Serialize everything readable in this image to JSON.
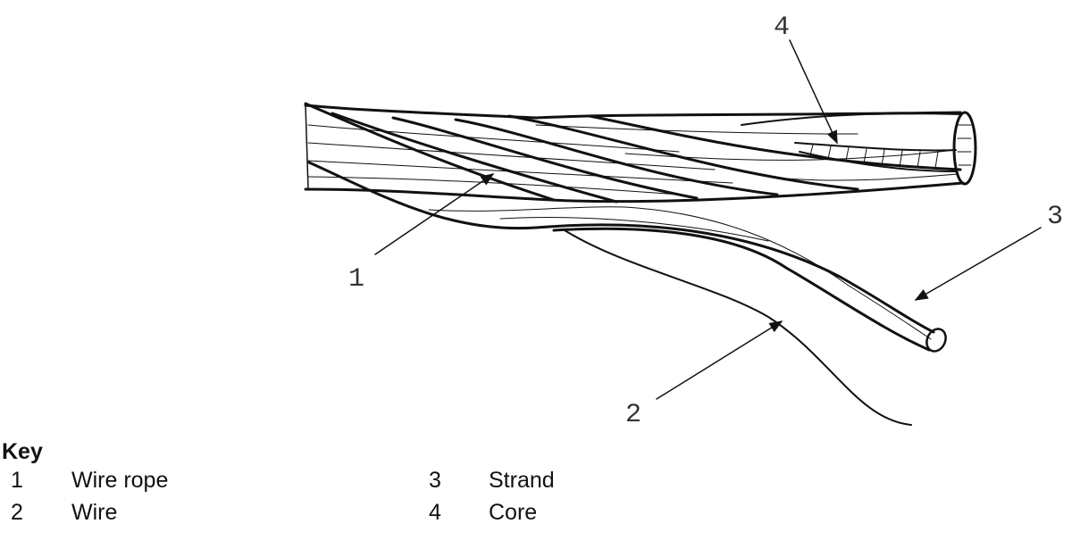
{
  "figure": {
    "callouts": [
      {
        "number": "1",
        "target": "Wire rope"
      },
      {
        "number": "2",
        "target": "Wire"
      },
      {
        "number": "3",
        "target": "Strand"
      },
      {
        "number": "4",
        "target": "Core"
      }
    ]
  },
  "key": {
    "title": "Key",
    "items": [
      {
        "number": "1",
        "label": "Wire rope"
      },
      {
        "number": "2",
        "label": "Wire"
      },
      {
        "number": "3",
        "label": "Strand"
      },
      {
        "number": "4",
        "label": "Core"
      }
    ]
  }
}
